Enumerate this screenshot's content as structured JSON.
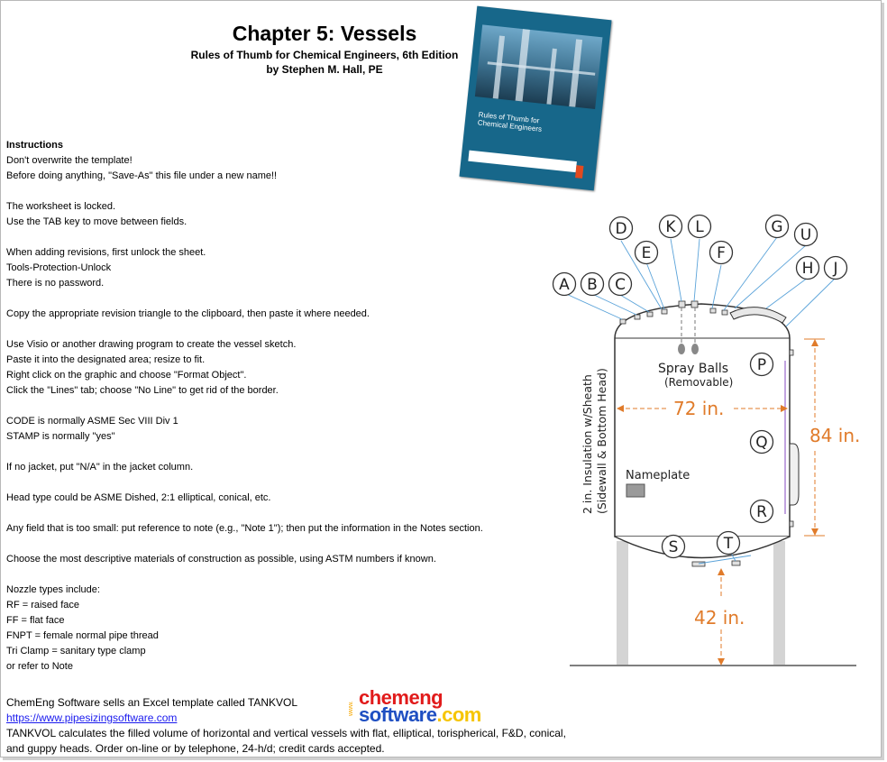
{
  "header": {
    "title": "Chapter 5: Vessels",
    "subtitle_line1": "Rules of Thumb for Chemical Engineers, 6th Edition",
    "subtitle_line2": "by Stephen M. Hall, PE"
  },
  "book_cover": {
    "title_line1": "Rules of Thumb for",
    "title_line2": "Chemical Engineers",
    "accent_color": "#17678a"
  },
  "instructions": {
    "heading": "Instructions",
    "lines": [
      "Don't overwrite the template!",
      "Before doing anything, \"Save-As\" this file under a new name!!",
      "",
      "The worksheet is locked.",
      "Use the TAB key to move between fields.",
      "",
      "When adding revisions, first unlock the sheet.",
      "Tools-Protection-Unlock",
      "There is no password.",
      "",
      "Copy the appropriate revision triangle to the clipboard, then paste it where needed.",
      "",
      "Use Visio or another drawing program to create the vessel sketch.",
      "Paste it into the designated area; resize to fit.",
      "Right click on the graphic and choose \"Format Object\".",
      "Click the \"Lines\" tab; choose \"No Line\" to get rid of the border.",
      "",
      "CODE is normally ASME Sec VIII Div 1",
      "STAMP is normally \"yes\"",
      "",
      "If no jacket, put \"N/A\" in the jacket column.",
      "",
      "Head type could be ASME Dished, 2:1 elliptical, conical, etc.",
      "",
      "Any field that is too small: put reference to note (e.g., \"Note 1\"); then put the information in the Notes section.",
      "",
      "Choose the most descriptive materials of construction as possible, using ASTM numbers if known.",
      "",
      "Nozzle types include:",
      "RF = raised face",
      "FF = flat face",
      "FNPT = female normal pipe thread",
      "Tri Clamp = sanitary type clamp",
      "or refer to Note"
    ]
  },
  "diagram": {
    "nozzle_labels": [
      "A",
      "B",
      "C",
      "D",
      "E",
      "K",
      "L",
      "F",
      "G",
      "U",
      "H",
      "J",
      "P",
      "Q",
      "R",
      "S",
      "T"
    ],
    "spray_balls": "Spray Balls",
    "removable": "(Removable)",
    "diameter": "72 in.",
    "height": "84 in.",
    "leg_height": "42 in.",
    "insulation_line1": "2 in. Insulation w/Sheath",
    "insulation_line2": "(Sidewall & Bottom Head)",
    "nameplate": "Nameplate",
    "dimension_color": "#e07b2a"
  },
  "advert": {
    "line1": "ChemEng Software sells an Excel template called TANKVOL",
    "link": "https://www.pipesizingsoftware.com",
    "line3": "TANKVOL calculates the filled volume of horizontal and vertical vessels with flat, elliptical, torispherical, F&D, conical,",
    "line4": "and guppy heads. Order on-line or by telephone, 24-h/d; credit cards accepted."
  },
  "logo": {
    "www": "www.",
    "word1": "chemeng",
    "word2_a": "software",
    "word2_b": ".com"
  }
}
